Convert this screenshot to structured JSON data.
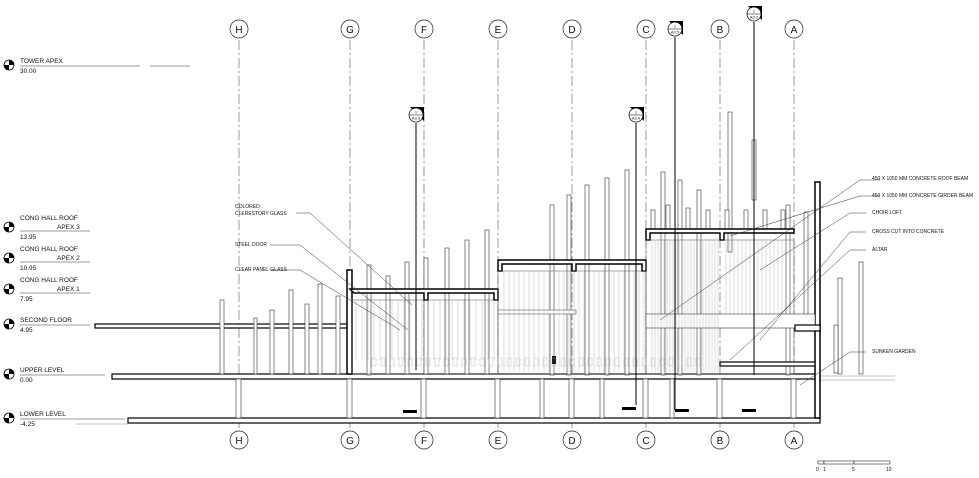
{
  "grid_labels": [
    "H",
    "G",
    "F",
    "E",
    "D",
    "C",
    "B",
    "A"
  ],
  "levels": [
    {
      "name": "TOWER APEX",
      "sub": "",
      "elev": "30.00"
    },
    {
      "name": "CONG HALL ROOF",
      "sub": "APEX 3",
      "elev": "13.95"
    },
    {
      "name": "CONG HALL ROOF",
      "sub": "APEX 2",
      "elev": "10.95"
    },
    {
      "name": "CONG HALL ROOF",
      "sub": "APEX 1",
      "elev": "7.95"
    },
    {
      "name": "SECOND FLOOR",
      "sub": "",
      "elev": "4.95"
    },
    {
      "name": "UPPER LEVEL",
      "sub": "",
      "elev": "0.00"
    },
    {
      "name": "LOWER LEVEL",
      "sub": "",
      "elev": "-4.25"
    }
  ],
  "notes_left": [
    "COLORED",
    "CLERESTORY GLASS",
    "STEEL DOOR",
    "CLEAR PANEL GLASS"
  ],
  "notes_right": [
    "450 X 1050 MM CONCRETE ROOF BEAM",
    "450 X 1050 MM CONCRETE GIRDER BEAM",
    "CHOIR LOFT",
    "CROSS CUT INTO CONCRETE",
    "ALTAR",
    "SUNKEN GARDEN"
  ],
  "section_refs": [
    {
      "num": "1",
      "sheet": "A3.2"
    },
    {
      "num": "1",
      "sheet": "A3.5"
    },
    {
      "num": "1",
      "sheet": "A3.3"
    },
    {
      "num": "1",
      "sheet": "A3.4"
    }
  ],
  "scale_bar": {
    "ticks": [
      "0",
      "1",
      "5",
      "10"
    ]
  }
}
